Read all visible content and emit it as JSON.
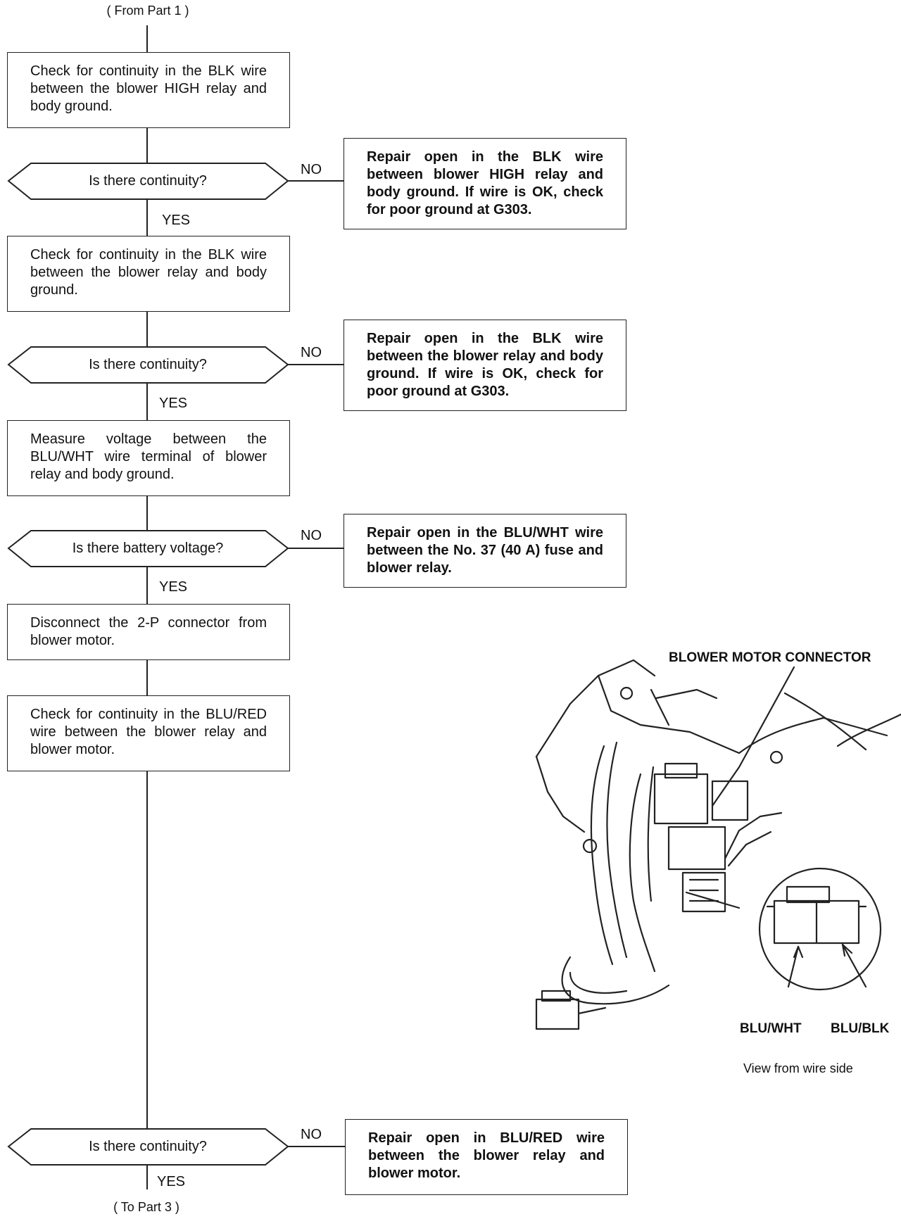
{
  "flow": {
    "from_label": "( From Part 1 )",
    "to_label": "( To Part 3 )",
    "steps": [
      "Check for continuity in the BLK wire between the blower HIGH relay and body ground.",
      "Check for continuity in the BLK wire between the blower relay and body ground.",
      "Measure voltage between the BLU/WHT wire terminal of blower relay and body ground.",
      "Disconnect the 2-P connector from blower motor.",
      "Check for continuity in the BLU/RED wire between the blower relay and blower motor."
    ],
    "decisions": [
      "Is there continuity?",
      "Is there continuity?",
      "Is there battery voltage?",
      "Is there continuity?"
    ],
    "repairs": [
      "Repair open in the BLK wire between blower HIGH relay and body ground. If wire is OK, check for poor ground at G303.",
      "Repair open in the BLK wire between the blower relay and body ground. If wire is OK, check for poor ground at G303.",
      "Repair open in the BLU/WHT wire between the No. 37 (40 A) fuse and blower relay.",
      "Repair open in BLU/RED wire between the blower relay and blower motor."
    ],
    "yes_label": "YES",
    "no_label": "NO"
  },
  "illustration": {
    "connector_title": "BLOWER MOTOR CONNECTOR",
    "terminal_left": "BLU/WHT",
    "terminal_right": "BLU/BLK",
    "view_note": "View from wire side"
  }
}
